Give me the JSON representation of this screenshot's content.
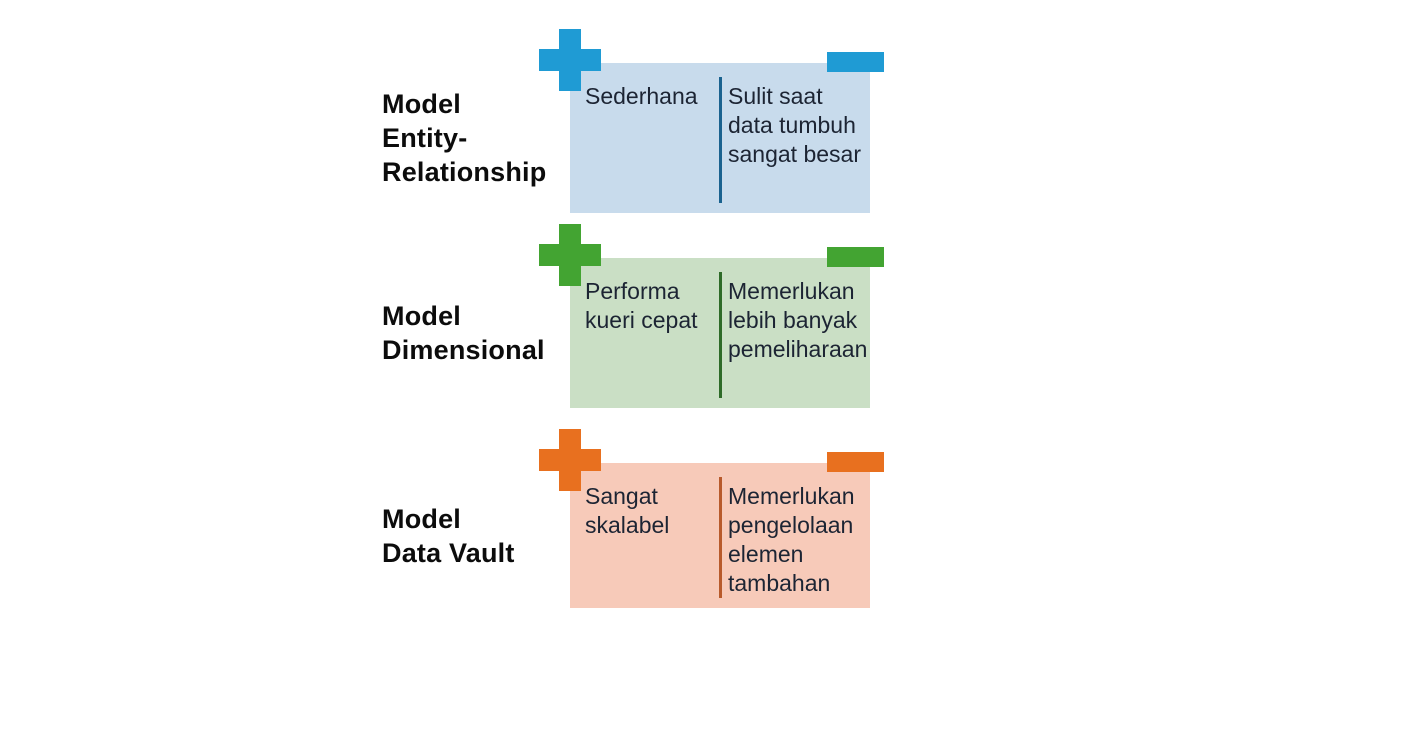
{
  "diagram": {
    "icons": {
      "pro": "plus",
      "con": "minus"
    },
    "rows": [
      {
        "label_lines": [
          "Model",
          "Entity-",
          "Relationship"
        ],
        "pro": "Sederhana",
        "con": "Sulit saat data tumbuh sangat besar",
        "colors": {
          "icon": "#1f9bd4",
          "box_bg": "#c8dbec",
          "divider": "#1a628f"
        }
      },
      {
        "label_lines": [
          "Model",
          "Dimensional"
        ],
        "pro": "Performa kueri cepat",
        "con": "Memerlukan lebih banyak pemeliharaan",
        "colors": {
          "icon": "#43a432",
          "box_bg": "#cadfc5",
          "divider": "#2e6b28"
        }
      },
      {
        "label_lines": [
          "Model",
          "Data Vault"
        ],
        "pro": "Sangat skalabel",
        "con": "Memerlukan pengelolaan elemen tambahan",
        "colors": {
          "icon": "#e8701f",
          "box_bg": "#f7cab9",
          "divider": "#b85a2b"
        }
      }
    ]
  }
}
